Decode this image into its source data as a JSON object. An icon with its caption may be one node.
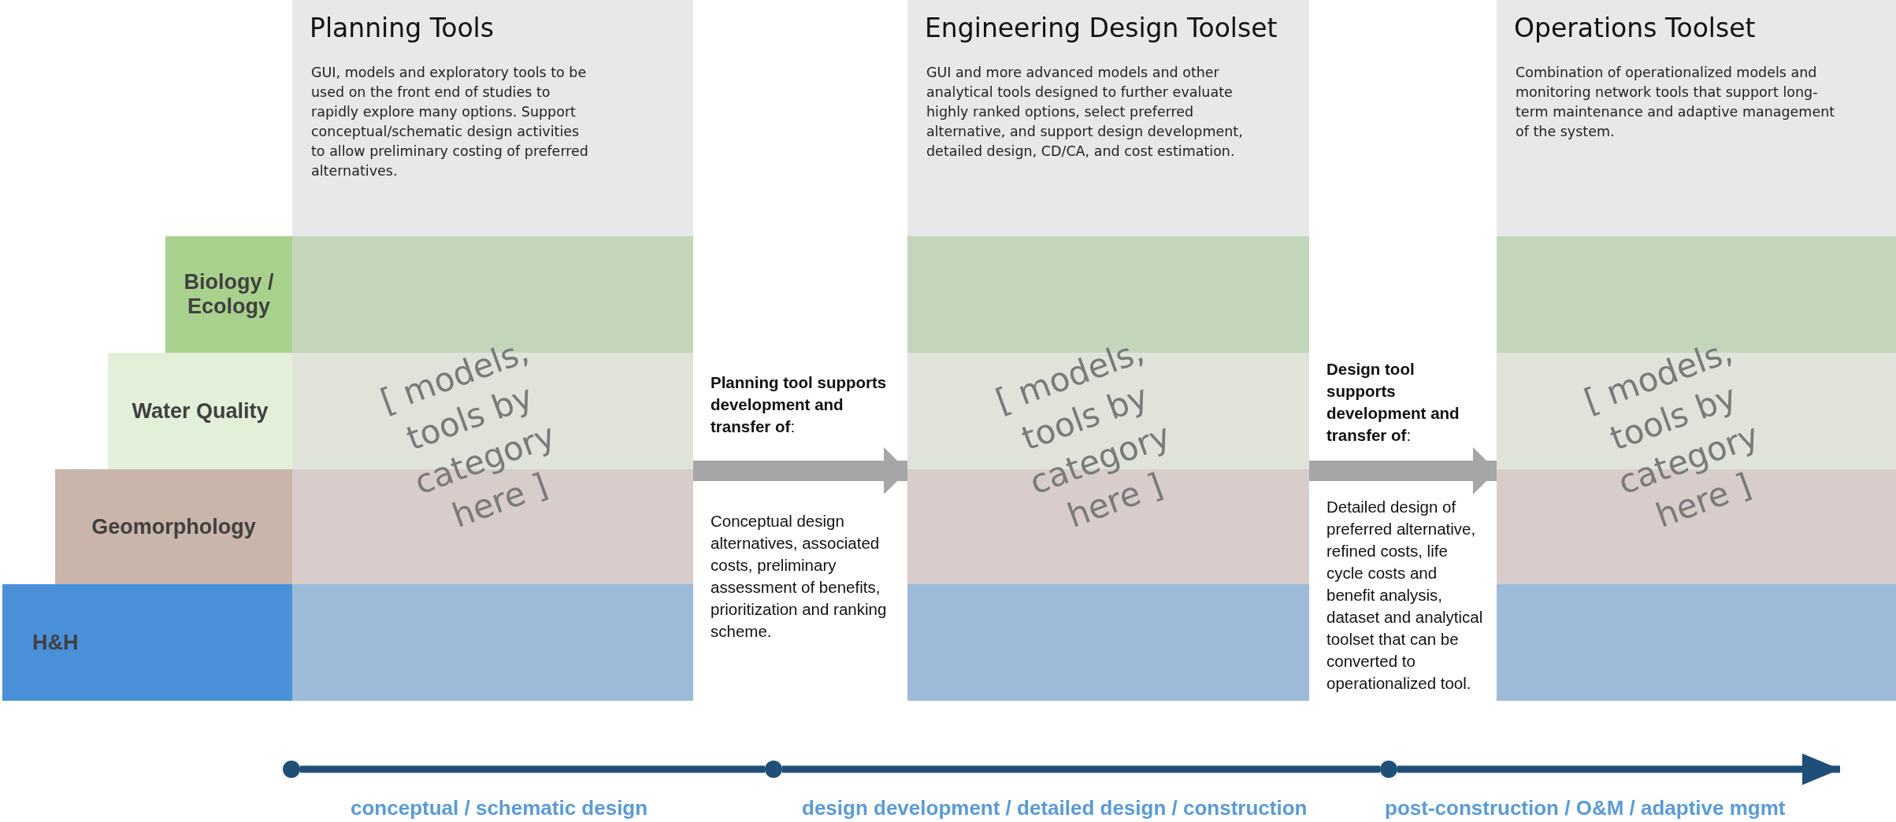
{
  "diagram": {
    "nodes": [
      {
        "text": [
          "Planning Tools",
          "GUI, models and exploratory tools to be used on the front end of studies to rapidly explore many options. Support conceptual/schematic design activities to allow preliminary costing of preferred alternatives.",
          "[ models, tools by category here ]"
        ]
      },
      {
        "text": [
          "Engineering Design Toolset",
          "GUI and more advanced models and other analytical tools designed to further evaluate highly ranked options, select preferred alternative, and support design development, detailed design, CD/CA, and cost estimation.",
          "[ models, tools by category here ]"
        ]
      },
      {
        "text": [
          "Operations Toolset",
          "Combination of operationalized models and monitoring network tools that support long-term maintenance and adaptive management of the system.",
          "[ models, tools by category here ]"
        ]
      },
      {
        "text": [
          "Biology / Ecology"
        ]
      },
      {
        "text": [
          "Water Quality"
        ]
      },
      {
        "text": [
          "Geomorphology"
        ]
      },
      {
        "text": [
          "H&H"
        ]
      },
      {
        "text": [],
        "shape": "circle"
      },
      {
        "text": [],
        "shape": "circle"
      },
      {
        "text": [],
        "shape": "circle"
      }
    ],
    "edges": [
      {
        "from": 0,
        "to": 1,
        "arrow": "to",
        "style": "thick",
        "color": "#a6a6a6"
      },
      {
        "from": 1,
        "to": 2,
        "arrow": "to",
        "style": "thick",
        "color": "#a6a6a6"
      },
      {
        "from": 7,
        "to": 8,
        "arrow": "none"
      },
      {
        "from": 8,
        "to": 9,
        "arrow": "none"
      },
      {
        "from": 9,
        "to": null,
        "arrow": "to"
      }
    ],
    "labels": [
      "**Planning tool supports development and transfer of**:",
      "Conceptual design alternatives, associated costs, preliminary assessment of benefits, prioritization and ranking scheme.",
      "**Design tool supports development and transfer of**:",
      "Detailed design of preferred alternative, refined costs, life cycle costs and benefit analysis, dataset and analytical toolset that can be converted to operationalized tool.",
      "conceptual / schematic design",
      "design development / detailed design / construction",
      "post-construction / O&M / adaptive mgmt"
    ]
  }
}
